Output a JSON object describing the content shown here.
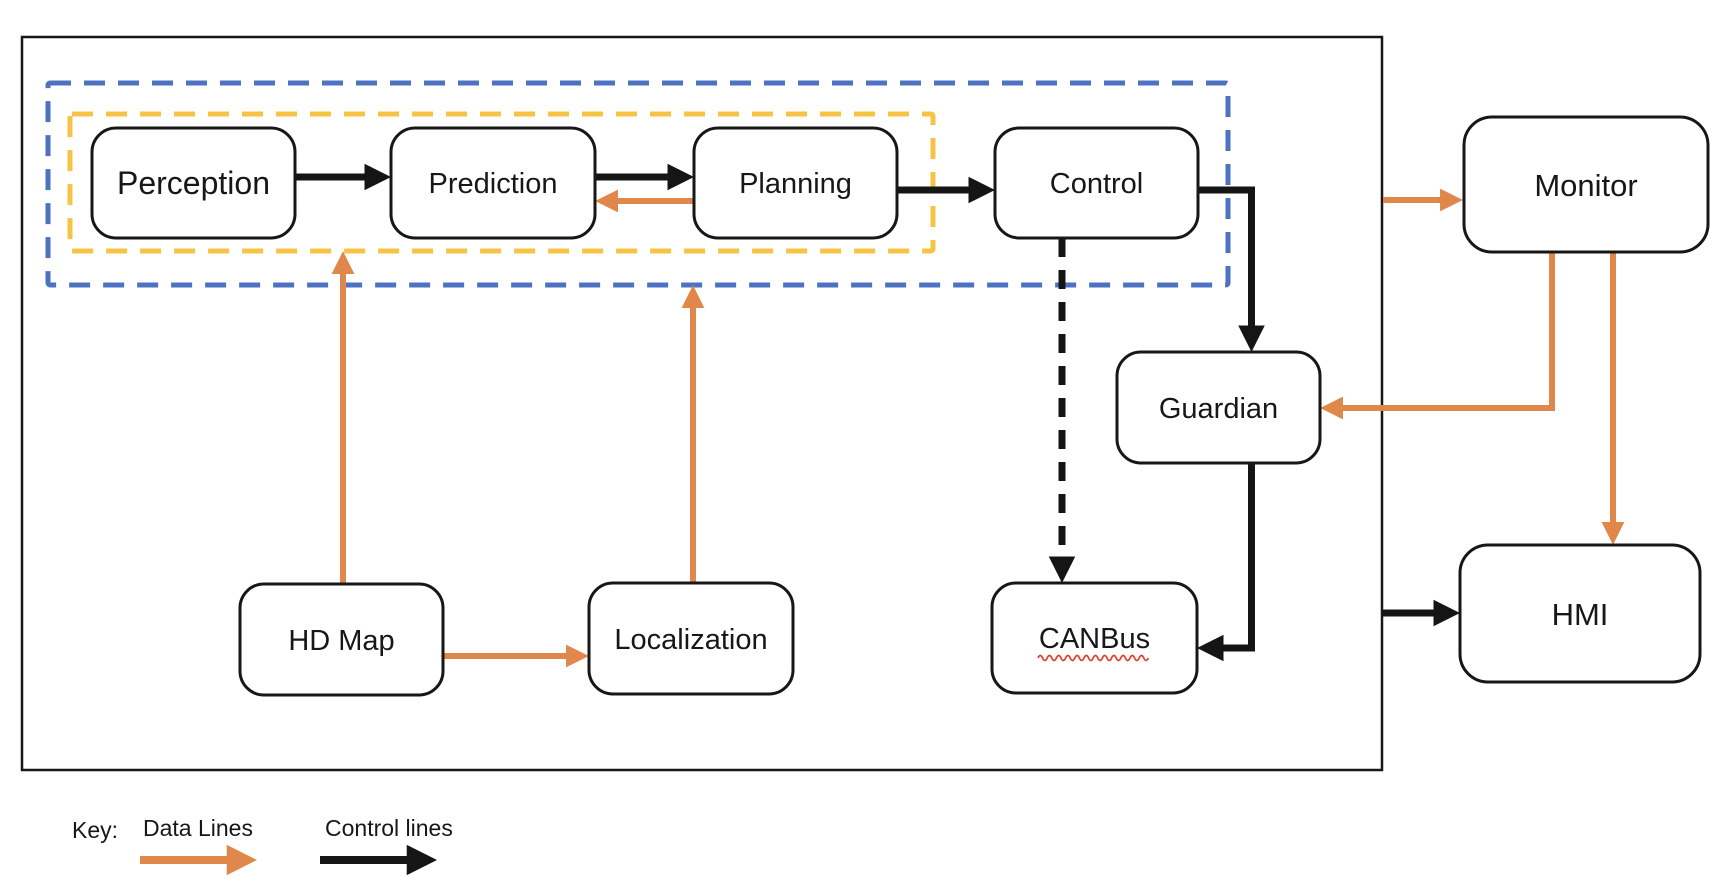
{
  "diagram": {
    "modules": {
      "perception": "Perception",
      "prediction": "Prediction",
      "planning": "Planning",
      "control": "Control",
      "guardian": "Guardian",
      "canbus": "CANBus",
      "hd_map": "HD Map",
      "localization": "Localization",
      "monitor": "Monitor",
      "hmi": "HMI"
    },
    "colors": {
      "data_line": "#E0874B",
      "control_line": "#151515",
      "inner_scope_border": "#F7C344",
      "outer_scope_border": "#4E72C2",
      "spellcheck_underline": "#E0402E"
    },
    "edges": [
      {
        "from": "Perception",
        "to": "Prediction",
        "type": "control"
      },
      {
        "from": "Prediction",
        "to": "Planning",
        "type": "control"
      },
      {
        "from": "Planning",
        "to": "Prediction",
        "type": "data"
      },
      {
        "from": "Planning",
        "to": "Control",
        "type": "control"
      },
      {
        "from": "Control",
        "to": "Guardian",
        "type": "control"
      },
      {
        "from": "Control",
        "to": "CANBus",
        "type": "control-dashed"
      },
      {
        "from": "Guardian",
        "to": "CANBus",
        "type": "control"
      },
      {
        "from": "HD Map",
        "to": "Perception",
        "type": "data"
      },
      {
        "from": "HD Map",
        "to": "Localization",
        "type": "data"
      },
      {
        "from": "Localization",
        "to": "Planning",
        "type": "data"
      },
      {
        "from": "System",
        "to": "Monitor",
        "type": "data"
      },
      {
        "from": "Monitor",
        "to": "Guardian",
        "type": "data"
      },
      {
        "from": "Monitor",
        "to": "HMI",
        "type": "data"
      },
      {
        "from": "System",
        "to": "HMI",
        "type": "control"
      }
    ]
  },
  "legend": {
    "key_label": "Key:",
    "data_lines_label": "Data Lines",
    "control_lines_label": "Control lines"
  }
}
